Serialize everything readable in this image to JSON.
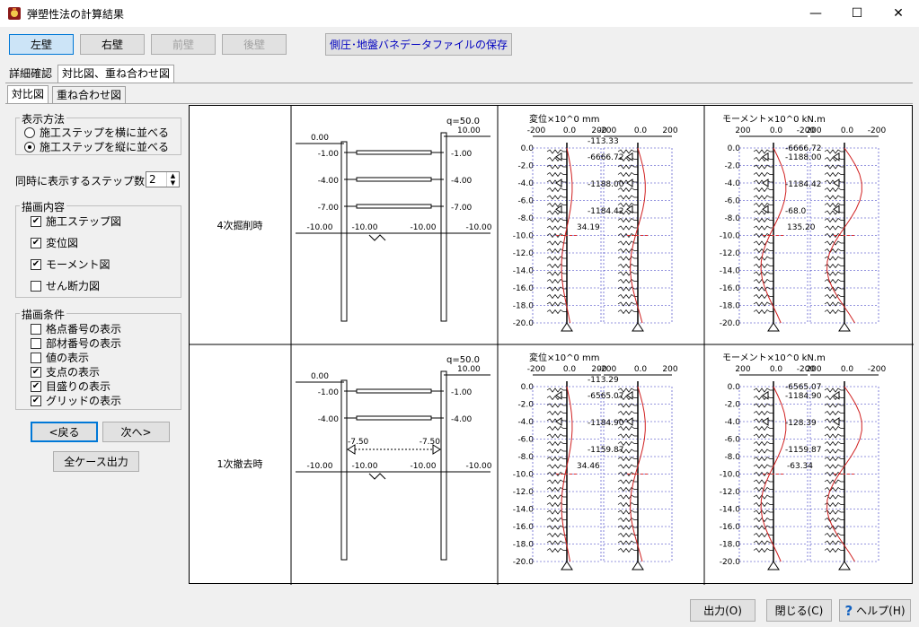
{
  "window": {
    "title": "弾塑性法の計算結果",
    "minimize": "—",
    "maximize": "☐",
    "close": "✕"
  },
  "toolbar": {
    "left_wall": "左壁",
    "right_wall": "右壁",
    "front_wall": "前壁",
    "back_wall": "後壁",
    "save_spring": "側圧･地盤バネデータファイルの保存"
  },
  "tabs": {
    "detail": "詳細確認",
    "compare_overlay": "対比図、重ね合わせ図",
    "compare": "対比図",
    "overlay": "重ね合わせ図"
  },
  "display_method": {
    "label": "表示方法",
    "options": [
      {
        "label": "施工ステップを横に並べる",
        "selected": false
      },
      {
        "label": "施工ステップを縦に並べる",
        "selected": true
      }
    ]
  },
  "steps_count": {
    "label": "同時に表示するステップ数",
    "value": "2"
  },
  "draw_content": {
    "label": "描画内容",
    "items": [
      {
        "label": "施工ステップ図",
        "checked": true
      },
      {
        "label": "変位図",
        "checked": true
      },
      {
        "label": "モーメント図",
        "checked": true
      },
      {
        "label": "せん断力図",
        "checked": false
      }
    ]
  },
  "draw_conditions": {
    "label": "描画条件",
    "items": [
      {
        "label": "格点番号の表示",
        "checked": false
      },
      {
        "label": "部材番号の表示",
        "checked": false
      },
      {
        "label": "値の表示",
        "checked": false
      },
      {
        "label": "支点の表示",
        "checked": true
      },
      {
        "label": "目盛りの表示",
        "checked": true
      },
      {
        "label": "グリッドの表示",
        "checked": true
      }
    ]
  },
  "nav": {
    "back": "<戻る",
    "next": "次へ>",
    "all_output": "全ケース出力"
  },
  "footer": {
    "output": "出力(O)",
    "close": "閉じる(C)",
    "help": "ヘルプ(H)"
  },
  "chart_axes": {
    "displacement_title": "変位×10^0 mm",
    "moment_title": "モーメント×10^0 kN.m",
    "displacement_ticks": [
      "-200",
      "0.0",
      "200"
    ],
    "moment_ticks": [
      "200",
      "0.0",
      "-200"
    ],
    "depth_ticks": [
      "0.0",
      "-2.0",
      "-4.0",
      "-6.0",
      "-8.0",
      "-10.0",
      "-12.0",
      "-14.0",
      "-16.0",
      "-18.0",
      "-20.0"
    ]
  },
  "steps": [
    {
      "name": "4次掘削時",
      "load": "q=50.0",
      "top_levels": {
        "left": "0.00",
        "right": "10.00"
      },
      "struts": [
        {
          "depth": -1,
          "left": "-1.00",
          "right": "-1.00"
        },
        {
          "depth": -4,
          "left": "-4.00",
          "right": "-4.00"
        },
        {
          "depth": -7,
          "left": "-7.00",
          "right": "-7.00"
        }
      ],
      "excavation": {
        "depth": -10,
        "labels": [
          "-10.00",
          "-10.00",
          "-10.00",
          "-10.00"
        ]
      },
      "disp_labels": [
        "-113.33",
        "-6666.72",
        "-1188.00",
        "-1184.42",
        "34.19"
      ],
      "moment_labels": [
        "-6666.72",
        "-1188.00",
        "-1184.42",
        "-68.0",
        "135.20"
      ]
    },
    {
      "name": "1次撤去時",
      "load": "q=50.0",
      "top_levels": {
        "left": "0.00",
        "right": "10.00"
      },
      "struts": [
        {
          "depth": -1,
          "left": "-1.00",
          "right": "-1.00"
        },
        {
          "depth": -4,
          "left": "-4.00",
          "right": "-4.00"
        }
      ],
      "removed": {
        "depth": -7.5,
        "left": "-7.50",
        "right": "-7.50"
      },
      "excavation": {
        "depth": -10,
        "labels": [
          "-10.00",
          "-10.00",
          "-10.00",
          "-10.00"
        ]
      },
      "disp_labels": [
        "-113.29",
        "-6565.07",
        "-1184.90",
        "-1159.87",
        "34.46"
      ],
      "moment_labels": [
        "-6565.07",
        "-1184.90",
        "-128.39",
        "-1159.87",
        "-63.34"
      ]
    }
  ]
}
